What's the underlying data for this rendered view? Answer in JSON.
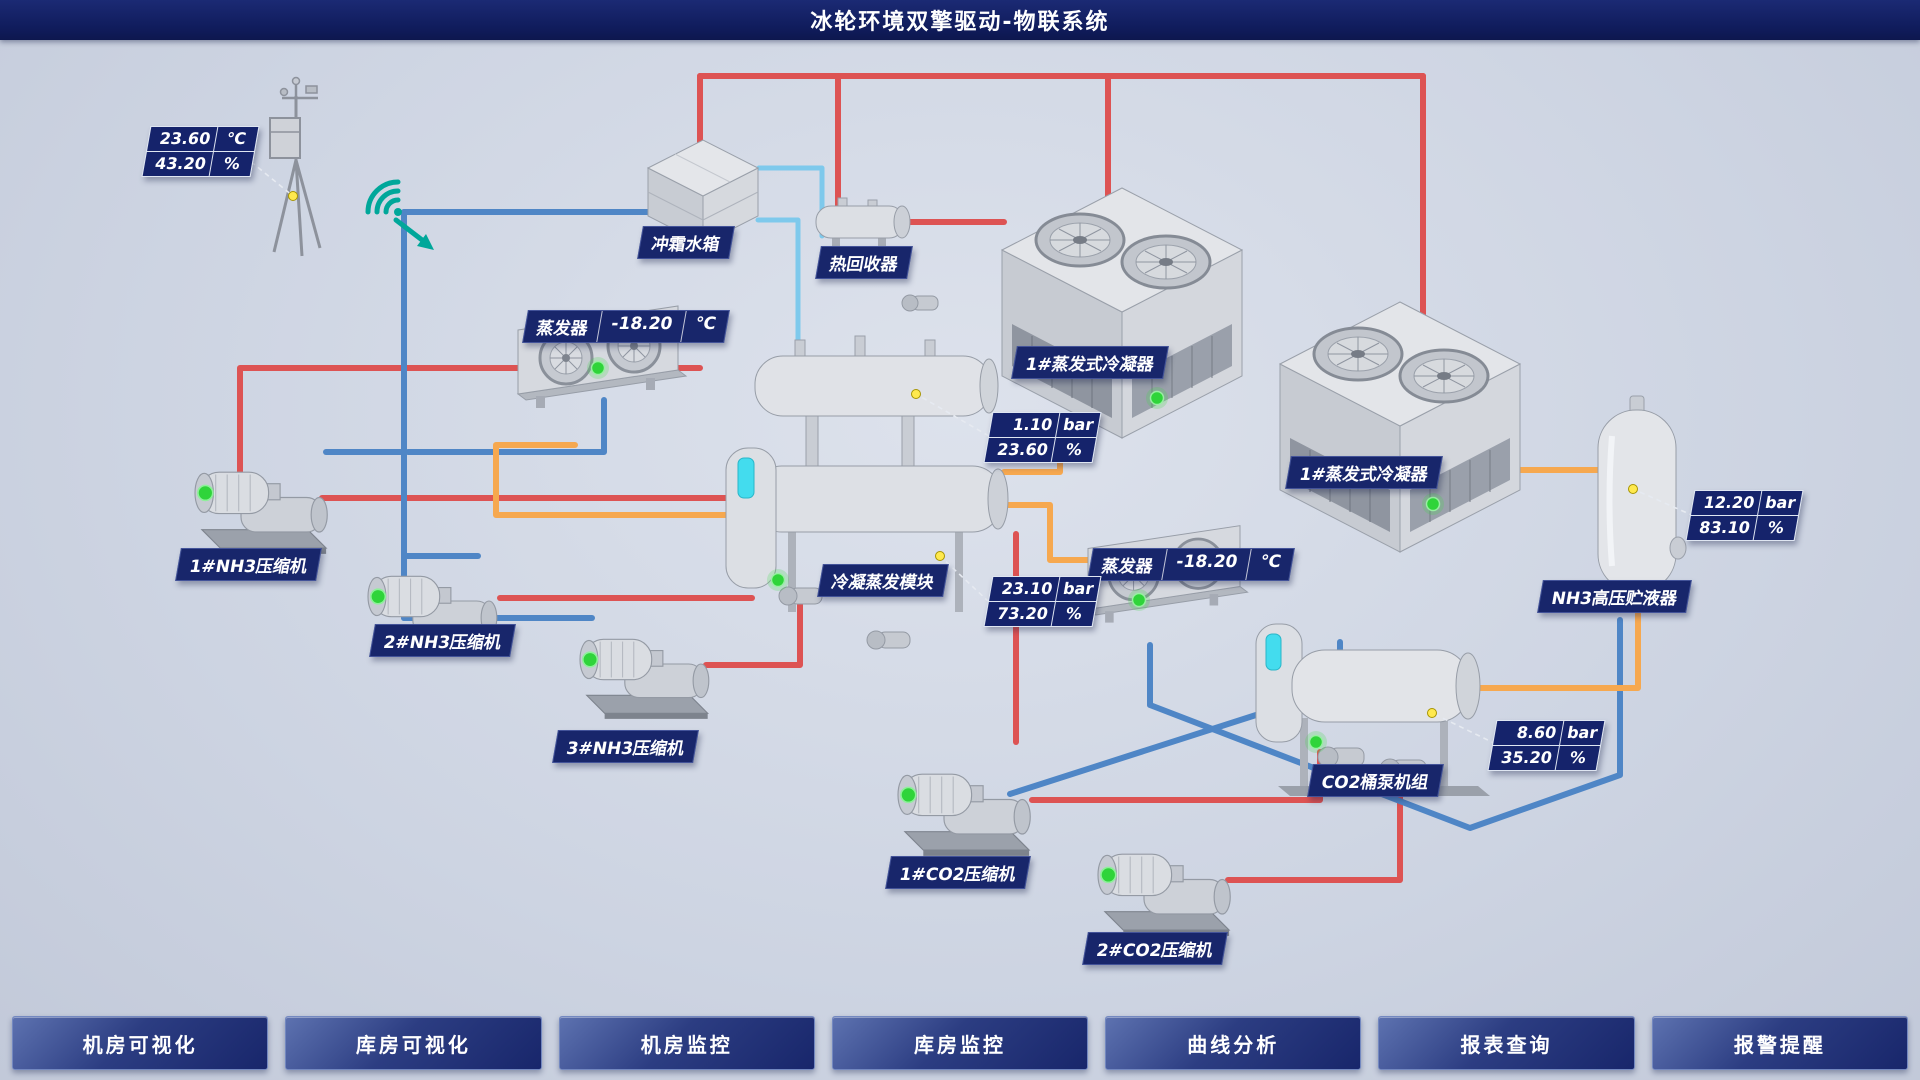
{
  "header": {
    "title": "冰轮环境双擎驱动-物联系统"
  },
  "colors": {
    "header_bg": "#101c5c",
    "label_bg": "#18266b",
    "pipe_red": "#dd5353",
    "pipe_blue": "#4f86c6",
    "pipe_cyan": "#7ec9ec",
    "pipe_orange": "#f6a84f",
    "status_green": "#2fd43a",
    "indicator_yellow": "#ffe94e",
    "level_cyan": "#43dcee"
  },
  "weather": {
    "temp": "23.60",
    "temp_unit": "℃",
    "humidity": "43.20",
    "humidity_unit": "%"
  },
  "labels": {
    "defrost_tank": "冲霜水箱",
    "heat_recovery": "热回收器",
    "evaporator_left": "蒸发器",
    "evaporator_left_value": "-18.20",
    "evaporator_left_unit": "℃",
    "condenser_1": "1#蒸发式冷凝器",
    "condenser_2": "1#蒸发式冷凝器",
    "module": "冷凝蒸发模块",
    "evaporator_right": "蒸发器",
    "evaporator_right_value": "-18.20",
    "evaporator_right_unit": "℃",
    "nh3_compressor_1": "1#NH3压缩机",
    "nh3_compressor_2": "2#NH3压缩机",
    "nh3_compressor_3": "3#NH3压缩机",
    "co2_compressor_1": "1#CO2压缩机",
    "co2_compressor_2": "2#CO2压缩机",
    "co2_pump_unit": "CO2桶泵机组",
    "nh3_receiver": "NH3高压贮液器"
  },
  "readings": {
    "vessel": {
      "v1": "1.10",
      "u1": "bar",
      "v2": "23.60",
      "u2": "%"
    },
    "module": {
      "v1": "23.10",
      "u1": "bar",
      "v2": "73.20",
      "u2": "%"
    },
    "co2_pump": {
      "v1": "8.60",
      "u1": "bar",
      "v2": "35.20",
      "u2": "%"
    },
    "receiver": {
      "v1": "12.20",
      "u1": "bar",
      "v2": "83.10",
      "u2": "%"
    }
  },
  "nav": {
    "items": [
      {
        "label": "机房可视化"
      },
      {
        "label": "库房可视化"
      },
      {
        "label": "机房监控"
      },
      {
        "label": "库房监控"
      },
      {
        "label": "曲线分析"
      },
      {
        "label": "报表查询"
      },
      {
        "label": "报警提醒"
      }
    ]
  }
}
